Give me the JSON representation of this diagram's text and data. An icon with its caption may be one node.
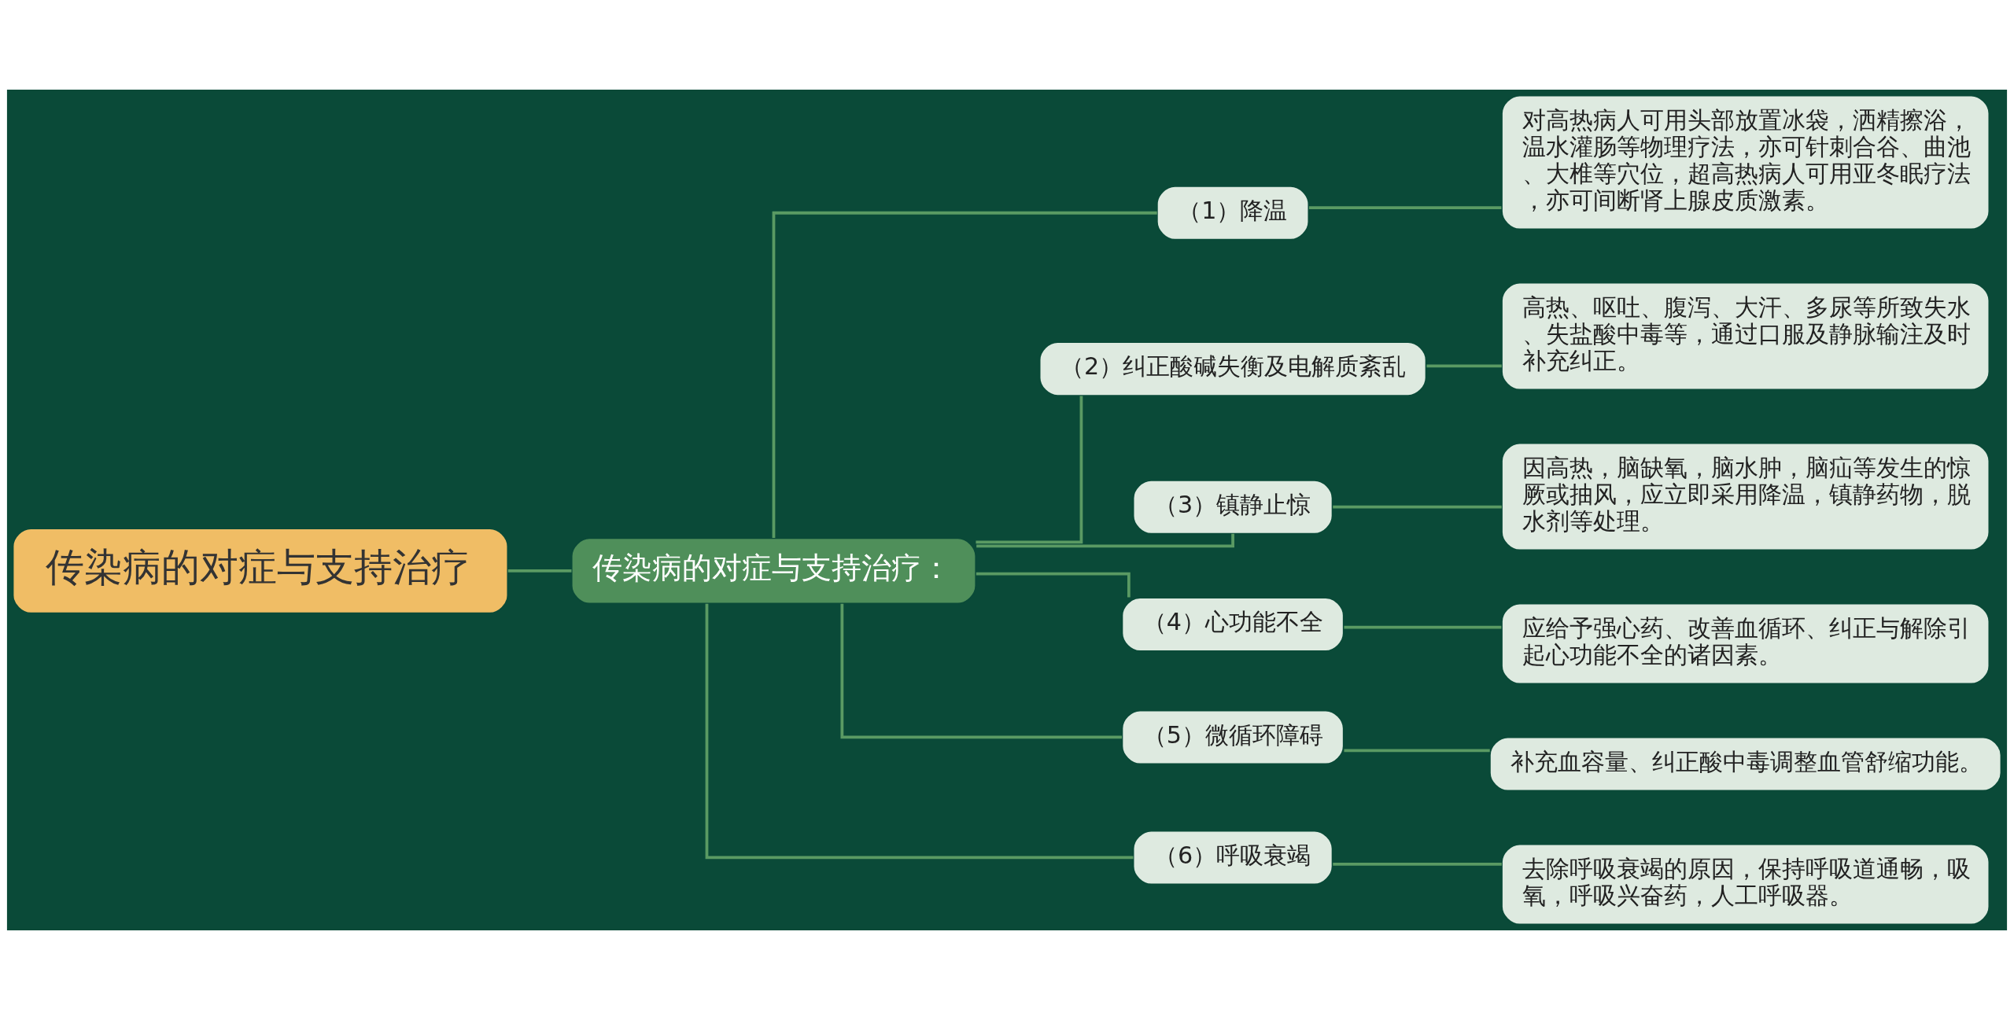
{
  "diagram": {
    "nodes": [
      {
        "text": [
          "传染病的对症与支持治疗"
        ]
      },
      {
        "text": [
          "传染病的对症与支持治疗："
        ]
      },
      {
        "text": [
          "（1）降温"
        ]
      },
      {
        "text": [
          "对高热病人可用头部放置冰袋，洒精擦浴，温水灌肠等物理疗法，亦可针刺合谷、曲池、大椎等穴位，超高热病人可用亚冬眠疗法，亦可间断肾上腺皮质激素。"
        ]
      },
      {
        "text": [
          "（2）纠正酸碱失衡及电解质紊乱"
        ]
      },
      {
        "text": [
          "高热、呕吐、腹泻、大汗、多尿等所致失水、失盐酸中毒等，通过口服及静脉输注及时补充纠正。"
        ]
      },
      {
        "text": [
          "（3）镇静止惊"
        ]
      },
      {
        "text": [
          "因高热，脑缺氧，脑水肿，脑疝等发生的惊厥或抽风，应立即采用降温，镇静药物，脱水剂等处理。"
        ]
      },
      {
        "text": [
          "（4）心功能不全"
        ]
      },
      {
        "text": [
          "应给予强心药、改善血循环、纠正与解除引起心功能不全的诸因素。"
        ]
      },
      {
        "text": [
          "（5）微循环障碍"
        ]
      },
      {
        "text": [
          "补充血容量、纠正酸中毒调整血管舒缩功能。"
        ]
      },
      {
        "text": [
          "（6）呼吸衰竭"
        ]
      },
      {
        "text": [
          "去除呼吸衰竭的原因，保持呼吸道通畅，吸氧，呼吸兴奋药，人工呼吸器。"
        ]
      }
    ],
    "edges": [
      {
        "from": 0,
        "to": 1,
        "arrow": "none"
      },
      {
        "from": 1,
        "to": 2,
        "arrow": "none"
      },
      {
        "from": 2,
        "to": 3,
        "arrow": "none"
      },
      {
        "from": 1,
        "to": 4,
        "arrow": "none"
      },
      {
        "from": 4,
        "to": 5,
        "arrow": "none"
      },
      {
        "from": 1,
        "to": 6,
        "arrow": "none"
      },
      {
        "from": 6,
        "to": 7,
        "arrow": "none"
      },
      {
        "from": 1,
        "to": 8,
        "arrow": "none"
      },
      {
        "from": 8,
        "to": 9,
        "arrow": "none"
      },
      {
        "from": 1,
        "to": 10,
        "arrow": "none"
      },
      {
        "from": 10,
        "to": 11,
        "arrow": "none"
      },
      {
        "from": 1,
        "to": 12,
        "arrow": "none"
      },
      {
        "from": 12,
        "to": 13,
        "arrow": "none"
      }
    ]
  }
}
